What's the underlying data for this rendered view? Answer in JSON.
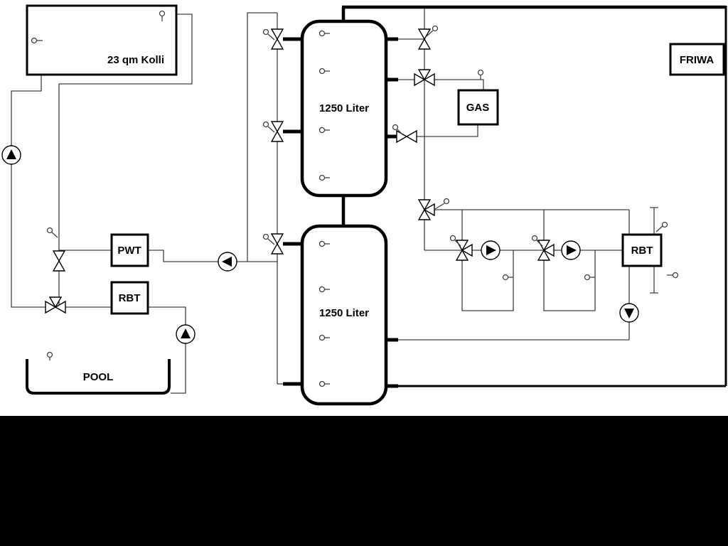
{
  "labels": {
    "collector": "23 qm Kolli",
    "tank_top": "1250 Liter",
    "tank_bottom": "1250 Liter",
    "pwt": "PWT",
    "rbt_pool": "RBT",
    "rbt_right": "RBT",
    "gas": "GAS",
    "friwa": "FRIWA",
    "pool": "POOL"
  },
  "colors": {
    "pipe_thin": "#404040",
    "pipe_main": "#000000",
    "canvas": "#ffffff",
    "letterbox": "#000000"
  }
}
